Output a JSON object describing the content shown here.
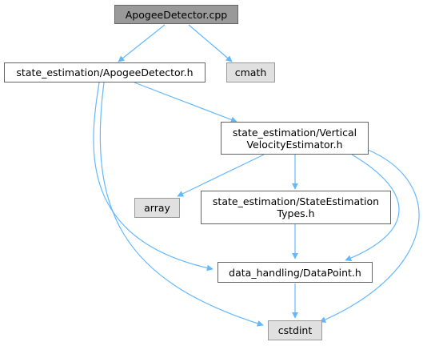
{
  "graph": {
    "nodes": {
      "root": {
        "label": "ApogeeDetector.cpp"
      },
      "apogee_h": {
        "label": "state_estimation/ApogeeDetector.h"
      },
      "cmath": {
        "label": "cmath"
      },
      "vve": {
        "line1": "state_estimation/Vertical",
        "line2": "VelocityEstimator.h"
      },
      "array": {
        "label": "array"
      },
      "types": {
        "line1": "state_estimation/StateEstimation",
        "line2": "Types.h"
      },
      "datapoint": {
        "label": "data_handling/DataPoint.h"
      },
      "cstdint": {
        "label": "cstdint"
      }
    },
    "edges": [
      {
        "from": "ApogeeDetector.cpp",
        "to": "state_estimation/ApogeeDetector.h"
      },
      {
        "from": "ApogeeDetector.cpp",
        "to": "cmath"
      },
      {
        "from": "state_estimation/ApogeeDetector.h",
        "to": "state_estimation/VerticalVelocityEstimator.h"
      },
      {
        "from": "state_estimation/ApogeeDetector.h",
        "to": "data_handling/DataPoint.h"
      },
      {
        "from": "state_estimation/ApogeeDetector.h",
        "to": "cstdint"
      },
      {
        "from": "state_estimation/VerticalVelocityEstimator.h",
        "to": "array"
      },
      {
        "from": "state_estimation/VerticalVelocityEstimator.h",
        "to": "state_estimation/StateEstimationTypes.h"
      },
      {
        "from": "state_estimation/VerticalVelocityEstimator.h",
        "to": "data_handling/DataPoint.h"
      },
      {
        "from": "state_estimation/VerticalVelocityEstimator.h",
        "to": "cstdint"
      },
      {
        "from": "state_estimation/StateEstimationTypes.h",
        "to": "data_handling/DataPoint.h"
      },
      {
        "from": "data_handling/DataPoint.h",
        "to": "cstdint"
      }
    ],
    "colors": {
      "edge": "#63b8ff",
      "root_fill": "#999999",
      "system_fill": "#e0e0e0",
      "border": "#666666"
    }
  }
}
